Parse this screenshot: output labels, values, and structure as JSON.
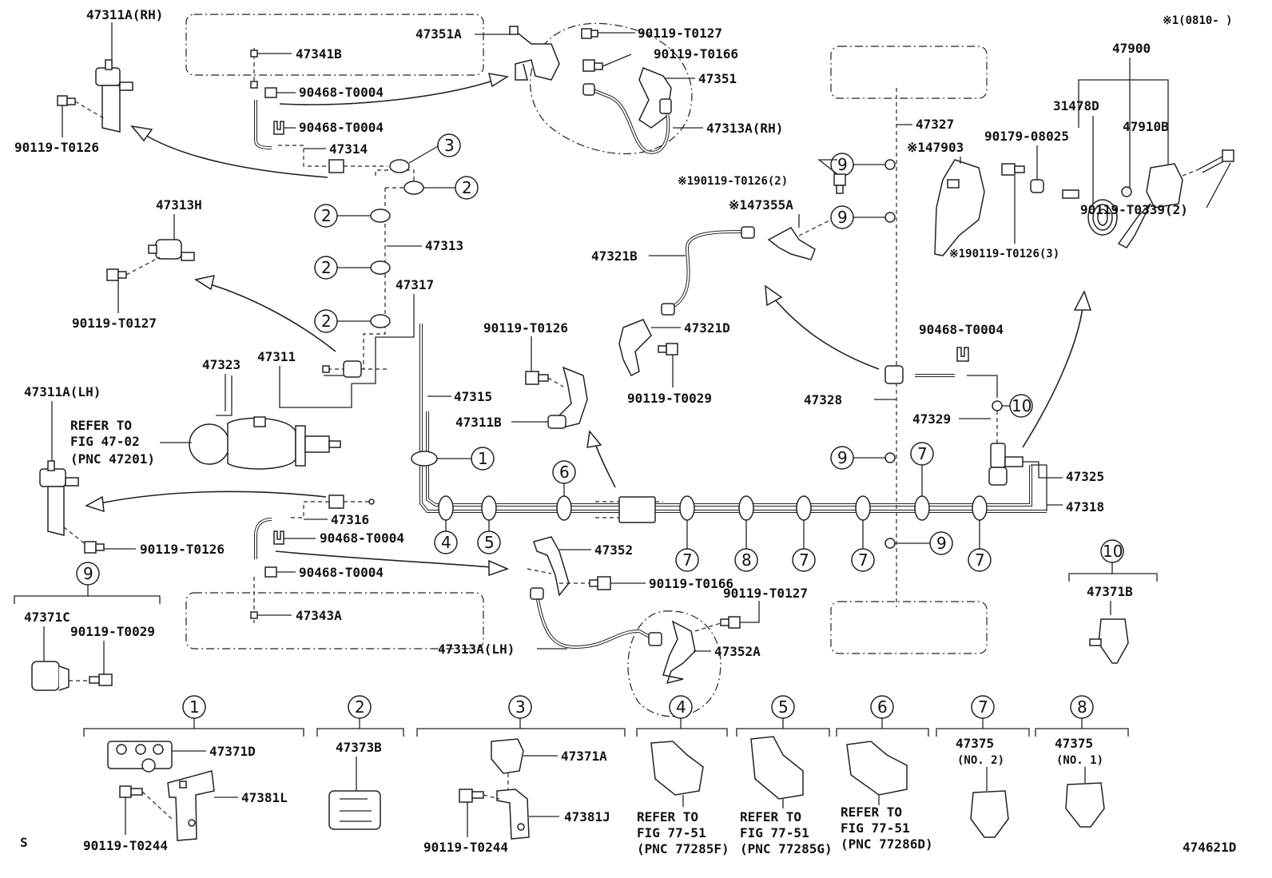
{
  "header": {
    "note": "※1(0810-   )"
  },
  "footer": {
    "left_mark": "S",
    "figure_code": "474621D"
  },
  "parts": {
    "p47311A_RH": "47311A(RH)",
    "p47341B": "47341B",
    "p90468_a": "90468-T0004",
    "p90468_b": "90468-T0004",
    "p47314": "47314",
    "p90119_T0126_a": "90119-T0126",
    "p47351A": "47351A",
    "p90119_T0127_a": "90119-T0127",
    "p90119_T0166_a": "90119-T0166",
    "p47351": "47351",
    "p47313A_RH": "47313A(RH)",
    "p47313H": "47313H",
    "p90119_T0127_b": "90119-T0127",
    "p47313": "47313",
    "p47317": "47317",
    "p47323": "47323",
    "p47311": "47311",
    "p47311A_LH": "47311A(LH)",
    "p47315": "47315",
    "p90119_T0126_b": "90119-T0126",
    "p47311B": "47311B",
    "p47316": "47316",
    "p90468_c": "90468-T0004",
    "p90119_T0126_c": "90119-T0126",
    "p90468_d": "90468-T0004",
    "p47343A": "47343A",
    "p47352": "47352",
    "p90119_T0166_b": "90119-T0166",
    "p90119_T0127_c": "90119-T0127",
    "p47313A_LH": "47313A(LH)",
    "p47352A": "47352A",
    "p47321B": "47321B",
    "p47321D": "47321D",
    "p90119_T0029_a": "90119-T0029",
    "p47327": "47327",
    "p47903": "※147903",
    "p90119_T0126_2": "※190119-T0126(2)",
    "p47355A": "※147355A",
    "p47900": "47900",
    "p31478D": "31478D",
    "p47910B": "47910B",
    "p90179": "90179-08025",
    "p90119_T0126_3": "※190119-T0126(3)",
    "p90119_T0339": "90119-T0339(2)",
    "p90468_e": "90468-T0004",
    "p47328": "47328",
    "p47329": "47329",
    "p47325": "47325",
    "p47318": "47318",
    "p47371C": "47371C",
    "p90119_T0029_b": "90119-T0029",
    "p47371B": "47371B",
    "p47371D": "47371D",
    "p47381L": "47381L",
    "p90119_T0244_a": "90119-T0244",
    "p47373B": "47373B",
    "p47371A": "47371A",
    "p47381J": "47381J",
    "p90119_T0244_b": "90119-T0244",
    "p47375_a": "47375",
    "p47375_a_sub": "(NO. 2)",
    "p47375_b": "47375",
    "p47375_b_sub": "(NO. 1)"
  },
  "refs": {
    "fig4702": [
      "REFER TO",
      "FIG 47-02",
      "(PNC 47201)"
    ],
    "g4": [
      "REFER TO",
      "FIG 77-51",
      "(PNC 77285F)"
    ],
    "g5": [
      "REFER TO",
      "FIG 77-51",
      "(PNC 77285G)"
    ],
    "g6": [
      "REFER TO",
      "FIG 77-51",
      "(PNC 77286D)"
    ]
  },
  "callouts": {
    "c1": "1",
    "c2": "2",
    "c3": "3",
    "c4": "4",
    "c5": "5",
    "c6": "6",
    "c7": "7",
    "c8": "8",
    "c9": "9",
    "c10": "10"
  }
}
